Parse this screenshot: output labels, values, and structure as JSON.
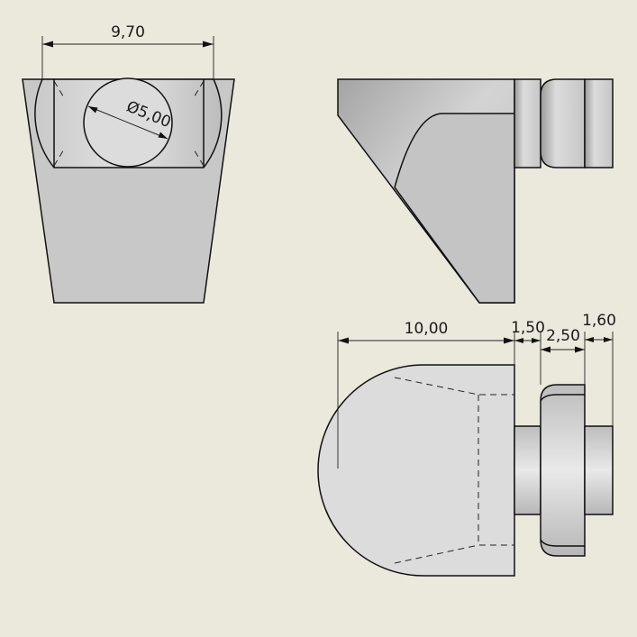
{
  "colors": {
    "background": "#ebe9dc",
    "part_fill": "#c8c8c8",
    "part_light": "#dedede",
    "part_dark": "#a9a9a9",
    "line": "#111111"
  },
  "dimensions": {
    "front_width": "9,70",
    "hole_diameter": "Ø5,00",
    "body_length": "10,00",
    "neck_length": "1,50",
    "collar_length": "2,50",
    "end_length": "1,60"
  }
}
